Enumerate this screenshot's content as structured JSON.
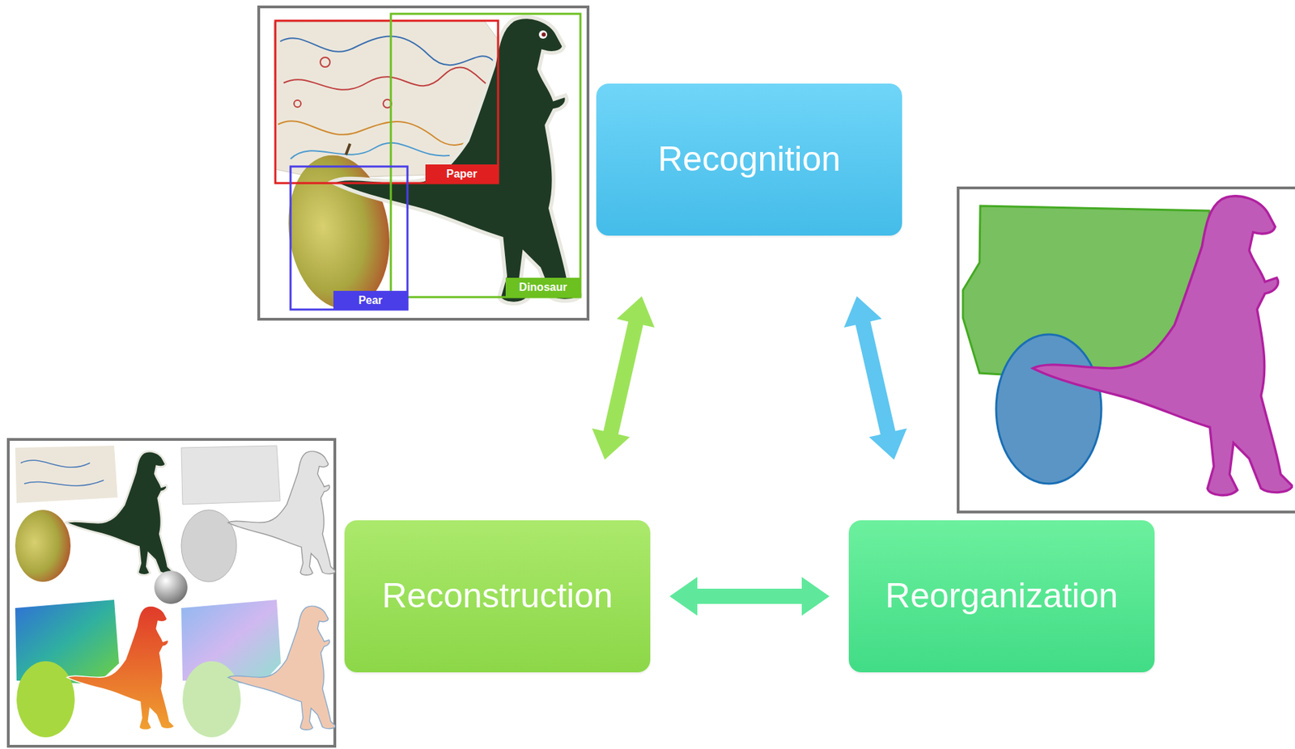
{
  "diagram": {
    "nodes": [
      {
        "text": [
          "Recognition"
        ]
      },
      {
        "text": [
          "Reconstruction"
        ]
      },
      {
        "text": [
          "Reorganization"
        ]
      }
    ],
    "edges": [
      {
        "from": 0,
        "to": 1,
        "arrow": "both"
      },
      {
        "from": 0,
        "to": 2,
        "arrow": "both"
      },
      {
        "from": 1,
        "to": 2,
        "arrow": "both"
      }
    ],
    "labels": [
      "Paper",
      "Pear",
      "Dinosaur"
    ]
  }
}
